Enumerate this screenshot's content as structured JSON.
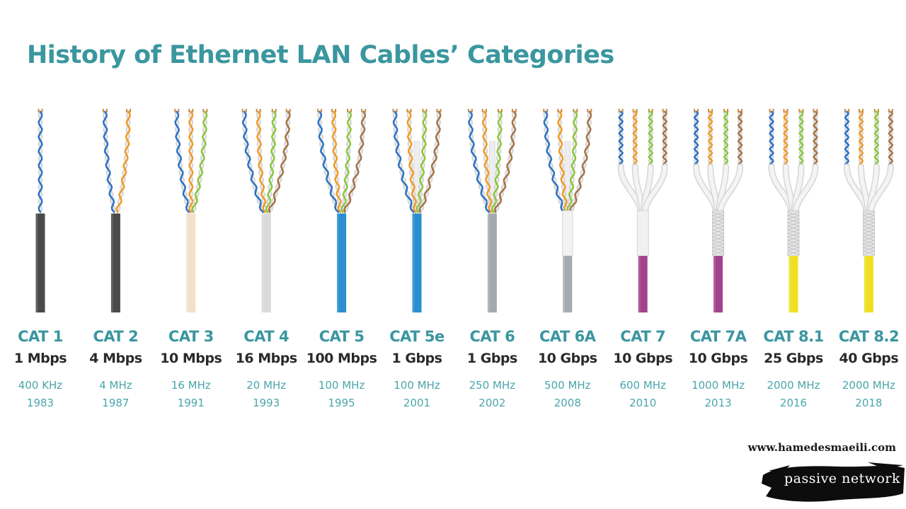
{
  "title": "History of Ethernet LAN Cables’ Categories",
  "cables": [
    {
      "cat": "CAT 1",
      "speed": "1 Mbps",
      "freq": "400 KHz",
      "year": "1983",
      "jacket": "#4a4a4a",
      "pairs": 1,
      "shielding": "none"
    },
    {
      "cat": "CAT 2",
      "speed": "4 Mbps",
      "freq": "4 MHz",
      "year": "1987",
      "jacket": "#4a4a4a",
      "pairs": 2,
      "shielding": "none"
    },
    {
      "cat": "CAT 3",
      "speed": "10 Mbps",
      "freq": "16 MHz",
      "year": "1991",
      "jacket": "#f3e2c9",
      "pairs": 3,
      "shielding": "none"
    },
    {
      "cat": "CAT 4",
      "speed": "16 Mbps",
      "freq": "20 MHz",
      "year": "1993",
      "jacket": "#dadad8",
      "pairs": 4,
      "shielding": "none"
    },
    {
      "cat": "CAT 5",
      "speed": "100 Mbps",
      "freq": "100 MHz",
      "year": "1995",
      "jacket": "#2a8ed0",
      "pairs": 4,
      "shielding": "none"
    },
    {
      "cat": "CAT 5e",
      "speed": "1 Gbps",
      "freq": "100 MHz",
      "year": "2001",
      "jacket": "#2a8ed0",
      "pairs": 4,
      "shielding": "spline"
    },
    {
      "cat": "CAT 6",
      "speed": "1 Gbps",
      "freq": "250 MHz",
      "year": "2002",
      "jacket": "#a4abb0",
      "pairs": 4,
      "shielding": "spline"
    },
    {
      "cat": "CAT 6A",
      "speed": "10 Gbps",
      "freq": "500 MHz",
      "year": "2008",
      "jacket": "#a4abb0",
      "pairs": 4,
      "shielding": "foil"
    },
    {
      "cat": "CAT 7",
      "speed": "10 Gbps",
      "freq": "600 MHz",
      "year": "2010",
      "jacket": "#a3428c",
      "pairs": 4,
      "shielding": "pair-foil"
    },
    {
      "cat": "CAT 7A",
      "speed": "10 Gbps",
      "freq": "1000 MHz",
      "year": "2013",
      "jacket": "#a3428c",
      "pairs": 4,
      "shielding": "braid"
    },
    {
      "cat": "CAT 8.1",
      "speed": "25 Gbps",
      "freq": "2000 MHz",
      "year": "2016",
      "jacket": "#f0df20",
      "pairs": 4,
      "shielding": "braid"
    },
    {
      "cat": "CAT 8.2",
      "speed": "40 Gbps",
      "freq": "2000 MHz",
      "year": "2018",
      "jacket": "#f0df20",
      "pairs": 4,
      "shielding": "braid"
    }
  ],
  "colors": {
    "accent": "#3a969f",
    "pair_blue": "#2f73c4",
    "pair_orange": "#ef9a2a",
    "pair_green": "#8cc63f",
    "pair_brown": "#a5744a"
  },
  "branding": {
    "website": "www.hamedesmaeili.com",
    "tagline": "passive network"
  }
}
